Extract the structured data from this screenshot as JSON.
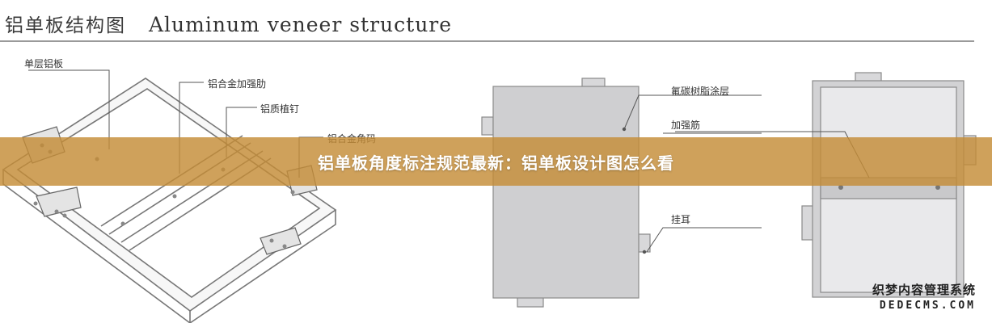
{
  "header": {
    "title_zh": "铝单板结构图",
    "title_en": "Aluminum veneer structure"
  },
  "labels": {
    "single_layer_panel": "单层铝板",
    "alloy_stiffener": "铝合金加强肋",
    "aluminum_stud": "铝质植钉",
    "alloy_corner_code": "铝合金角码",
    "fluorocarbon_coating": "氟碳树脂涂层",
    "stiffener_rib": "加强筋",
    "hanging_ear": "挂耳"
  },
  "banner": {
    "text": "铝单板角度标注规范最新：铝单板设计图怎么看"
  },
  "watermark": {
    "line1": "织梦内容管理系统",
    "line2": "DEDECMS.COM"
  },
  "colors": {
    "banner": "#c58c37",
    "panel_fill": "#cfcfd1",
    "panel_stroke": "#8a8a8a"
  }
}
